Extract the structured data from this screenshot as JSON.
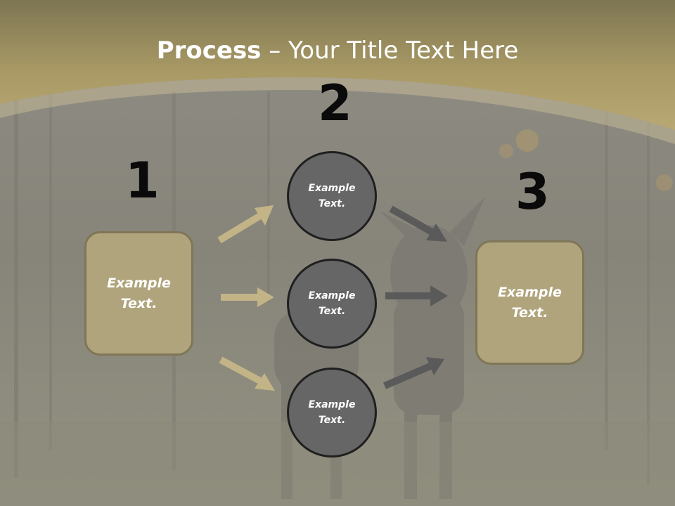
{
  "title": {
    "bold": "Process",
    "rest": " – Your Title Text Here"
  },
  "steps": [
    {
      "number": "1",
      "text": "Example Text."
    },
    {
      "number": "2"
    },
    {
      "number": "3",
      "text": "Example Text."
    }
  ],
  "circles": [
    {
      "text": "Example Text."
    },
    {
      "text": "Example Text."
    },
    {
      "text": "Example Text."
    }
  ],
  "colors": {
    "box_fill": "#b0a47c",
    "box_border": "#7f7658",
    "circle_fill": "#666666",
    "circle_border": "#1f1f1f",
    "tan_arrow": "#c2b486",
    "gray_arrow": "#5a5a5a",
    "header_band": "#b5a470"
  }
}
